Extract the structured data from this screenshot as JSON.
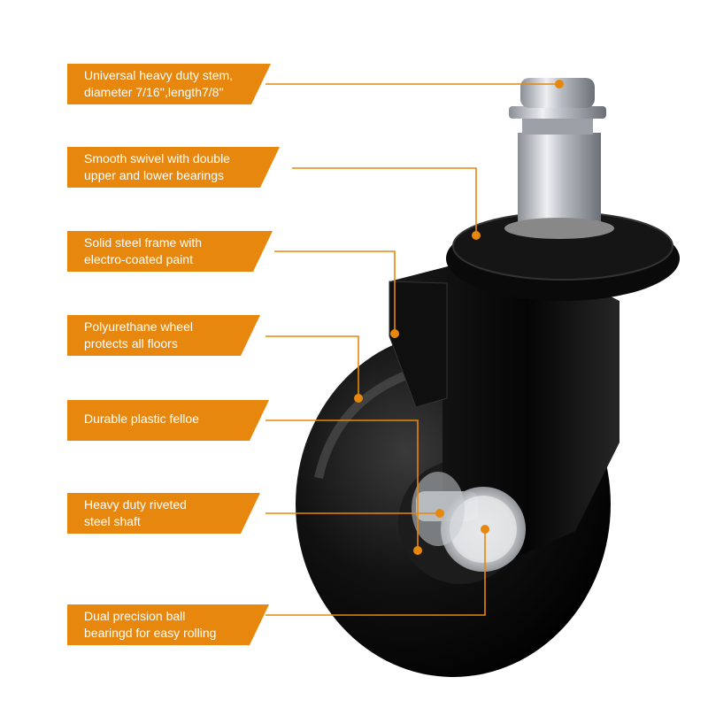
{
  "callouts": [
    {
      "line1": "Universal heavy duty stem,",
      "line2": "diameter 7/16'',length7/8''"
    },
    {
      "line1": "Smooth swivel with double",
      "line2": "upper and lower bearings"
    },
    {
      "line1": "Solid steel frame with",
      "line2": "electro-coated paint"
    },
    {
      "line1": "Polyurethane wheel",
      "line2": "protects all floors"
    },
    {
      "line1": "Durable plastic felloe",
      "line2": ""
    },
    {
      "line1": "Heavy duty riveted",
      "line2": "steel shaft"
    },
    {
      "line1": "Dual precision ball",
      "line2": "bearingd for easy rolling"
    }
  ],
  "colors": {
    "accent": "#E8870E",
    "product": "#0d0d0d",
    "chrome": "#c9cdd2"
  },
  "product": {
    "name": "chair-caster-wheel"
  }
}
